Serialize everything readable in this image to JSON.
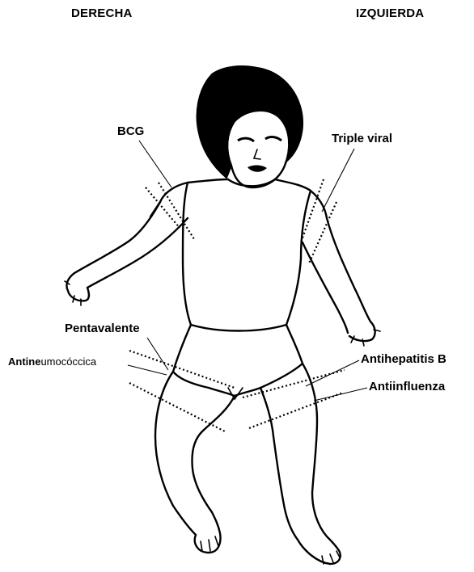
{
  "header": {
    "right_side": "DERECHA",
    "left_side": "IZQUIERDA"
  },
  "vaccines": {
    "bcg": "BCG",
    "triple_viral": "Triple viral",
    "pentavalente": "Pentavalente",
    "antineumococcica_prefix": "Antine",
    "antineumococcica_rest": "umocóccica",
    "antihepatitis_b": "Antihepatitis B",
    "antiinfluenza": "Antiinfluenza"
  },
  "colors": {
    "ink": "#000000",
    "background": "#ffffff"
  }
}
